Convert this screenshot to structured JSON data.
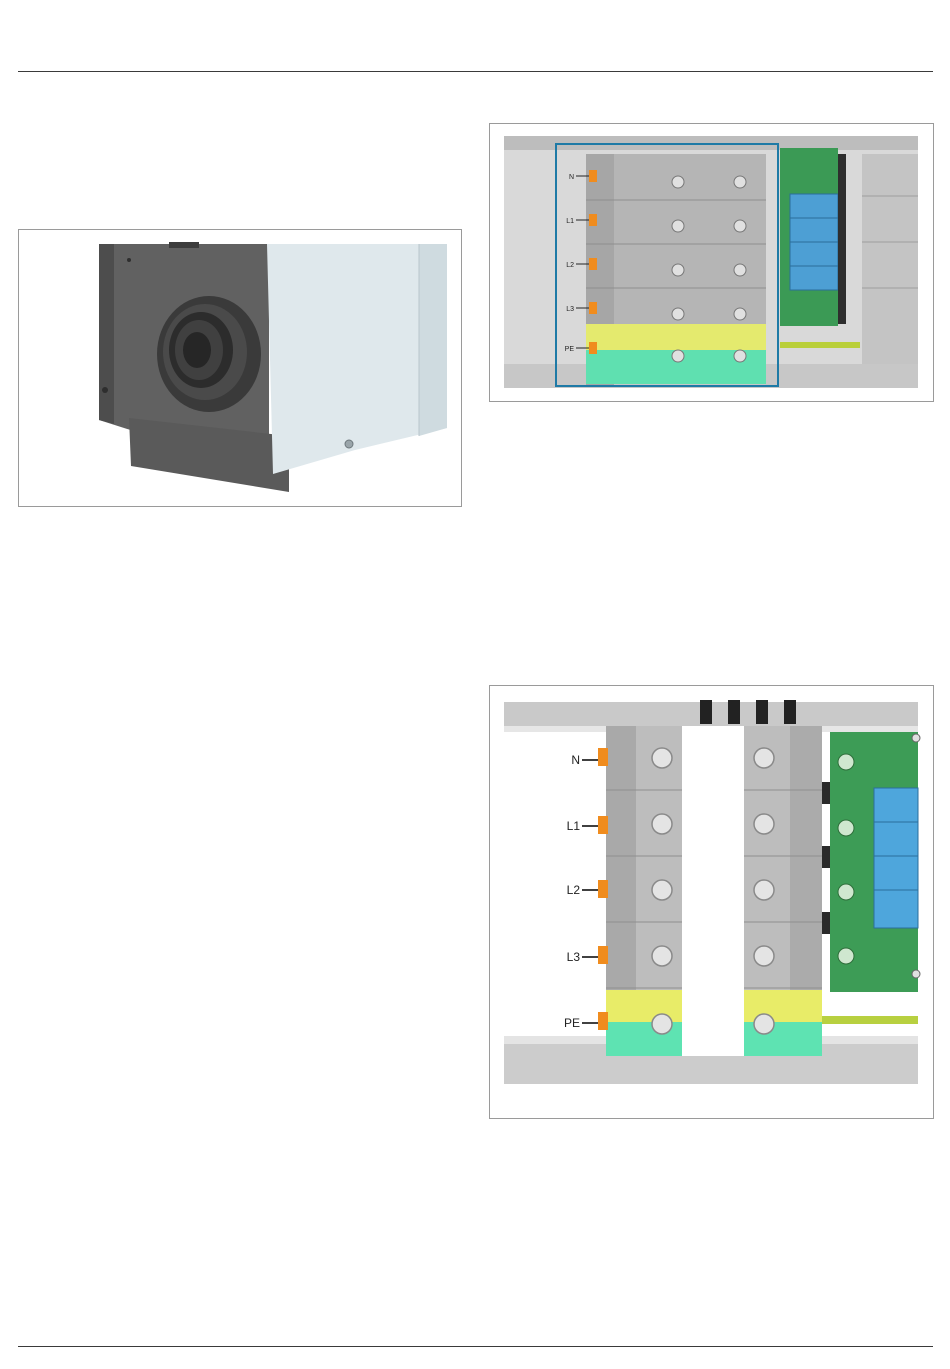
{
  "figure_terminal_overview": {
    "labels": [
      "N",
      "L1",
      "L2",
      "L3",
      "PE"
    ]
  },
  "figure_terminal_detail": {
    "labels": [
      "N",
      "L1",
      "L2",
      "L3",
      "PE"
    ]
  }
}
